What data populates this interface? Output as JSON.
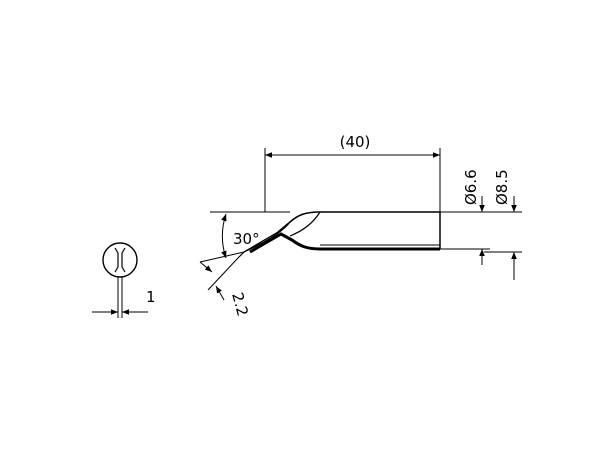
{
  "dimensions": {
    "length": "(40)",
    "diameter_inner": "Ø6.6",
    "diameter_outer": "Ø8.5",
    "angle": "30°",
    "tip_width": "2.2",
    "end_thickness": "1"
  },
  "colors": {
    "ink": "#000000",
    "paper": "#ffffff"
  }
}
